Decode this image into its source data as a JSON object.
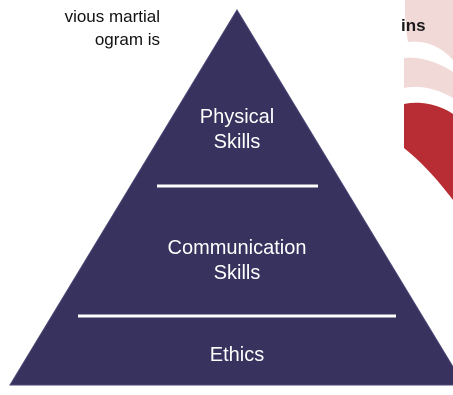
{
  "intro": {
    "line1": "vious martial",
    "line2": "ogram is"
  },
  "corner": {
    "text": "ins"
  },
  "pyramid": {
    "fill_color": "#38335e",
    "divider_color": "#ffffff",
    "tiers": [
      {
        "line1": "Physical",
        "line2": "Skills"
      },
      {
        "line1": "Communication",
        "line2": "Skills"
      },
      {
        "line1": "Ethics"
      }
    ]
  },
  "decoration": {
    "colors": {
      "light": "#f1d9d7",
      "dark": "#b82d33"
    }
  }
}
